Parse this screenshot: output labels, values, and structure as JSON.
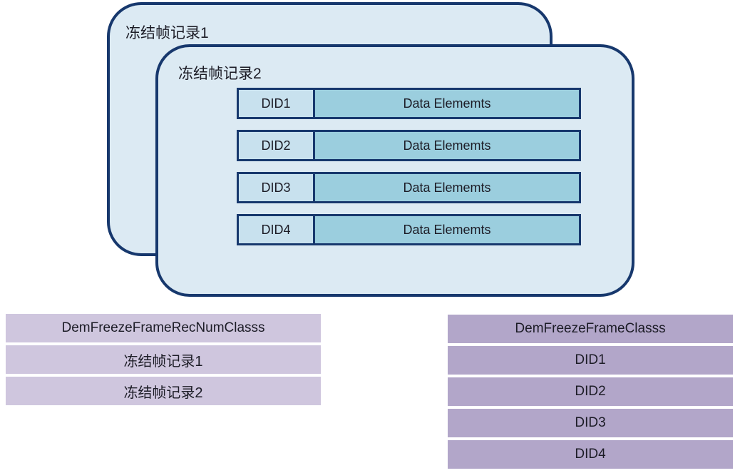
{
  "diagram": {
    "record1_label": "冻结帧记录1",
    "record2_label": "冻结帧记录2",
    "rows": [
      {
        "did": "DID1",
        "data": "Data Elememts"
      },
      {
        "did": "DID2",
        "data": "Data Elememts"
      },
      {
        "did": "DID3",
        "data": "Data Elememts"
      },
      {
        "did": "DID4",
        "data": "Data Elememts"
      }
    ]
  },
  "left_table": {
    "header": "DemFreezeFrameRecNumClasss",
    "rows": [
      "冻结帧记录1",
      "冻结帧记录2"
    ]
  },
  "right_table": {
    "header": "DemFreezeFrameClasss",
    "rows": [
      "DID1",
      "DID2",
      "DID3",
      "DID4"
    ]
  },
  "colors": {
    "box_fill": "#dceaf3",
    "box_border": "#17386d",
    "did_cell_fill": "#c8e1ee",
    "data_cell_fill": "#9bcede",
    "left_table_fill": "#cfc6de",
    "right_table_fill": "#b2a6c9",
    "text": "#1c1c26"
  }
}
